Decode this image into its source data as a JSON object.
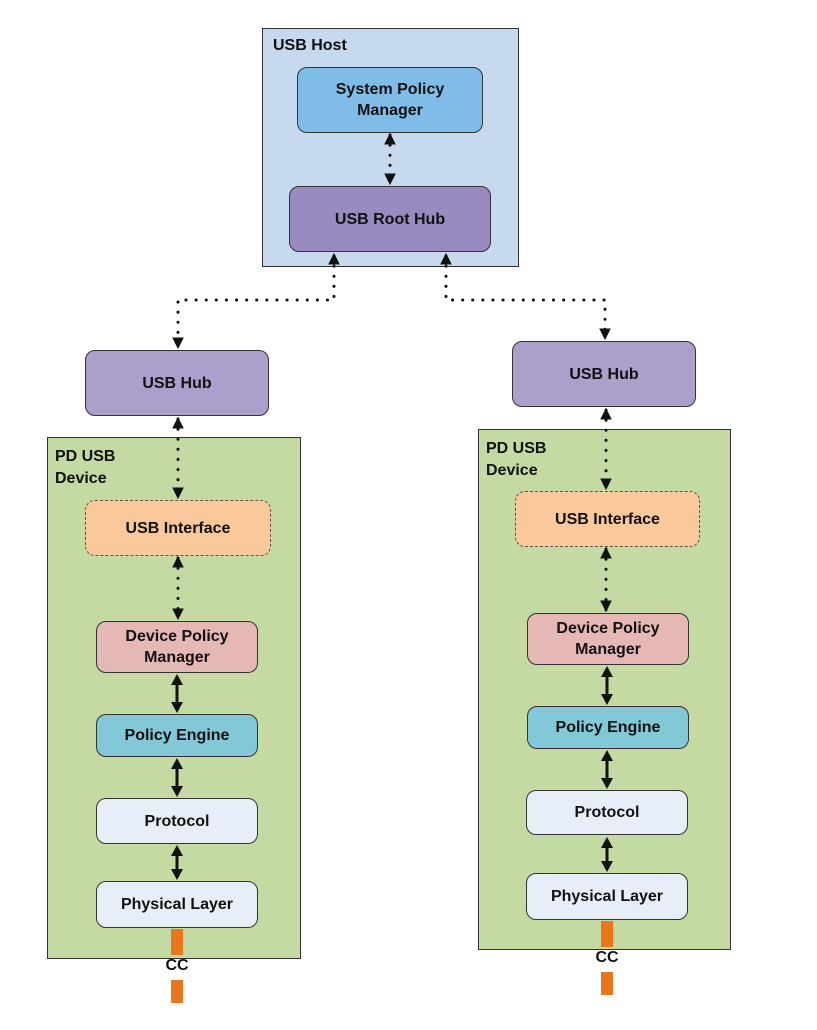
{
  "host": {
    "label": "USB Host",
    "system_policy_manager": "System Policy\nManager",
    "root_hub": "USB Root Hub"
  },
  "left": {
    "hub": "USB Hub",
    "device_label": "PD USB\nDevice",
    "interface": "USB Interface",
    "device_policy_manager": "Device Policy\nManager",
    "policy_engine": "Policy Engine",
    "protocol": "Protocol",
    "physical_layer": "Physical Layer",
    "cc": "CC"
  },
  "right": {
    "hub": "USB Hub",
    "device_label": "PD USB\nDevice",
    "interface": "USB Interface",
    "device_policy_manager": "Device Policy\nManager",
    "policy_engine": "Policy Engine",
    "protocol": "Protocol",
    "physical_layer": "Physical Layer",
    "cc": "CC"
  },
  "colors": {
    "host_bg": "#c6d9ee",
    "pd_device_bg": "#c5d9a2",
    "system_policy_manager": "#7fbde8",
    "root_hub": "#998bbf",
    "usb_hub": "#ad9fcb",
    "usb_interface": "#f9c89b",
    "device_policy_manager": "#e6b8b5",
    "policy_engine": "#83c8d6",
    "protocol": "#e8eef8",
    "cc_line": "#e9761c"
  }
}
